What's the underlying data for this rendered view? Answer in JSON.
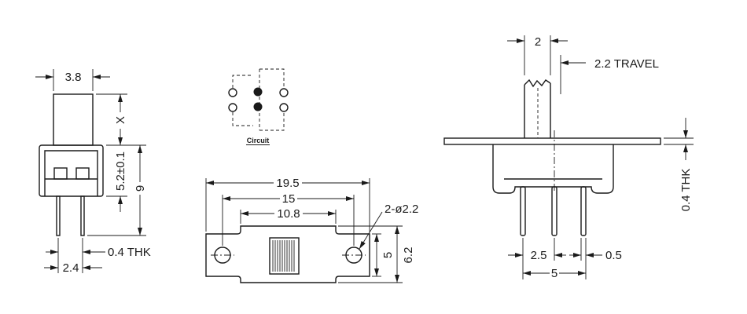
{
  "colors": {
    "line": "#1a1a1a",
    "background": "#ffffff"
  },
  "side_view": {
    "width": "3.8",
    "actuator_height": "X",
    "body_height": "5.2±0.1",
    "overall_height": "9",
    "pin_thickness": "0.4 THK",
    "pin_pitch": "2.4"
  },
  "circuit": {
    "title": "Circuit"
  },
  "bottom_view": {
    "overall_length": "19.5",
    "hole_pitch": "15",
    "body_length": "10.8",
    "holes": "2-ø2.2",
    "flange_width": "5",
    "body_width": "6.2"
  },
  "front_view": {
    "actuator_width": "2",
    "travel": "2.2 TRAVEL",
    "plate_thickness": "0.4 THK",
    "pin_pitch": "2.5",
    "pin_width": "0.5",
    "pin_span": "5"
  }
}
